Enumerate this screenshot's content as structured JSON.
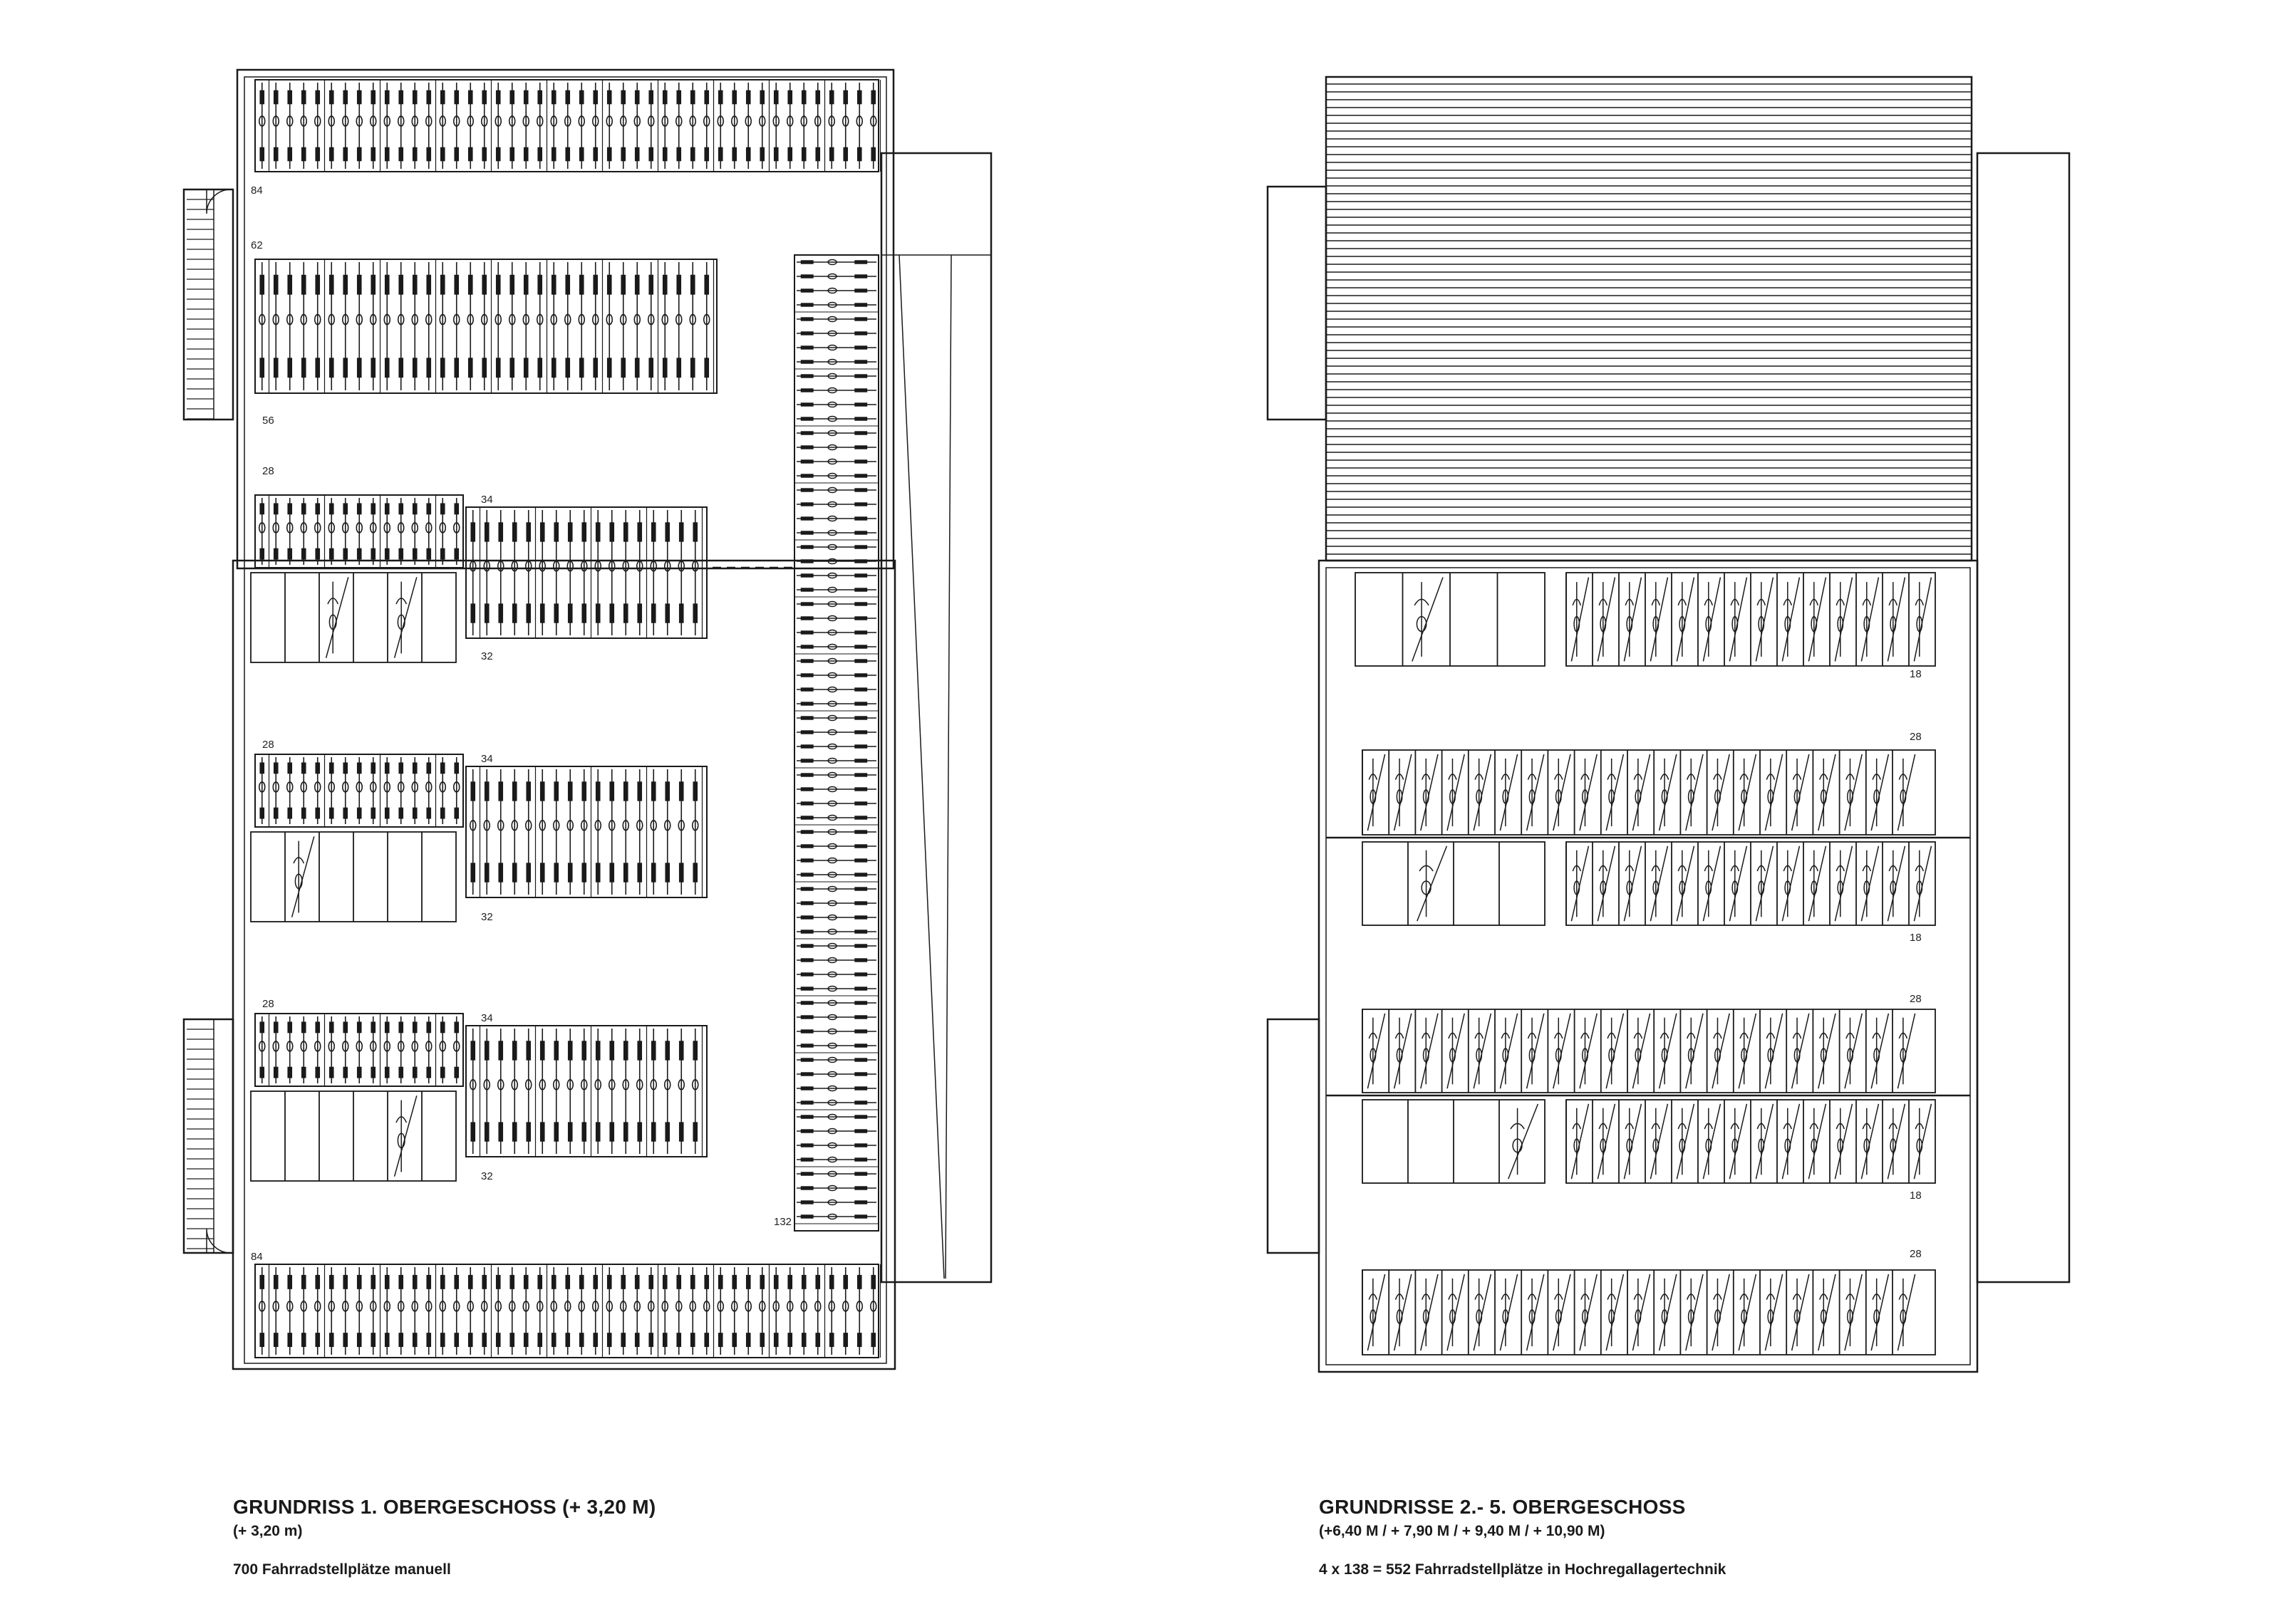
{
  "plans": [
    {
      "title": "GRUNDRISS 1. OBERGESCHOSS (+ 3,20 M)",
      "subtitle": "(+ 3,20 m)",
      "note": "700 Fahrradstellplätze manuell",
      "rack_labels": [
        "84",
        "62",
        "56",
        "28",
        "34",
        "32",
        "28",
        "34",
        "32",
        "28",
        "34",
        "32",
        "132",
        "84"
      ]
    },
    {
      "title": "GRUNDRISSE 2.- 5. OBERGESCHOSS",
      "subtitle": "(+6,40 M / + 7,90 M / + 9,40 M / + 10,90 M)",
      "note": "4 x 138 = 552 Fahrradstellplätze in Hochregallagertechnik",
      "rack_labels": [
        "18",
        "28",
        "18",
        "28",
        "18",
        "28"
      ]
    }
  ],
  "colors": {
    "line": "#1a1a1a",
    "paper": "#ffffff"
  }
}
